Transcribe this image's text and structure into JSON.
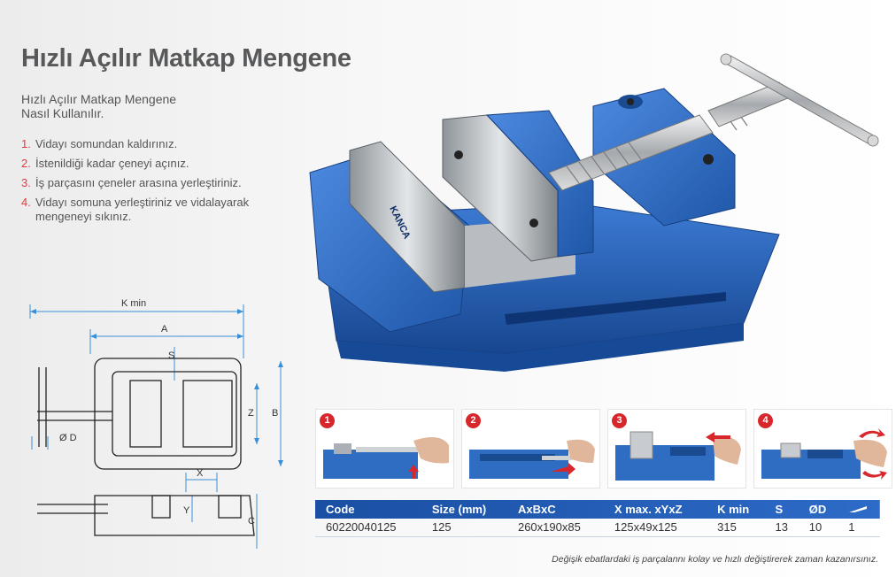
{
  "page": {
    "title": "Hızlı Açılır Matkap Mengene",
    "subtitle": "Hızlı Açılır Matkap Mengene\nNasıl Kullanılır.",
    "footnote": "Değişik ebatlardaki iş parçalannı kolay ve hızlı değiştirerek zaman kazanırsınız."
  },
  "steps": [
    {
      "num": "1.",
      "text": "Vidayı somundan kaldırınız."
    },
    {
      "num": "2.",
      "text": "İstenildiği kadar çeneyi açınız."
    },
    {
      "num": "3.",
      "text": "İş parçasını çeneler arasına yerleştiriniz."
    },
    {
      "num": "4.",
      "text": "Vidayı somuna yerleştiriniz ve vidalayarak mengeneyi sıkınız."
    }
  ],
  "hero": {
    "brand": "KANCA"
  },
  "diagram": {
    "labels": {
      "kmin": "K min",
      "a": "A",
      "s": "S",
      "z": "Z",
      "b": "B",
      "od": "Ø D",
      "x": "X",
      "y": "Y",
      "c": "C"
    }
  },
  "photos": [
    {
      "badge": "1"
    },
    {
      "badge": "2"
    },
    {
      "badge": "3"
    },
    {
      "badge": "4"
    }
  ],
  "table": {
    "headers": [
      "Code",
      "Size (mm)",
      "AxBxC",
      "X max. xYxZ",
      "K min",
      "S",
      "ØD",
      ""
    ],
    "header_icon": "wedge-icon",
    "rows": [
      [
        "60220040125",
        "125",
        "260x190x85",
        "125x49x125",
        "315",
        "13",
        "10",
        "1"
      ]
    ]
  },
  "colors": {
    "vise_blue": "#2f6dc2",
    "step_red": "#e8383d",
    "table_header": "#1f56ad",
    "badge_red": "#d7262c"
  }
}
